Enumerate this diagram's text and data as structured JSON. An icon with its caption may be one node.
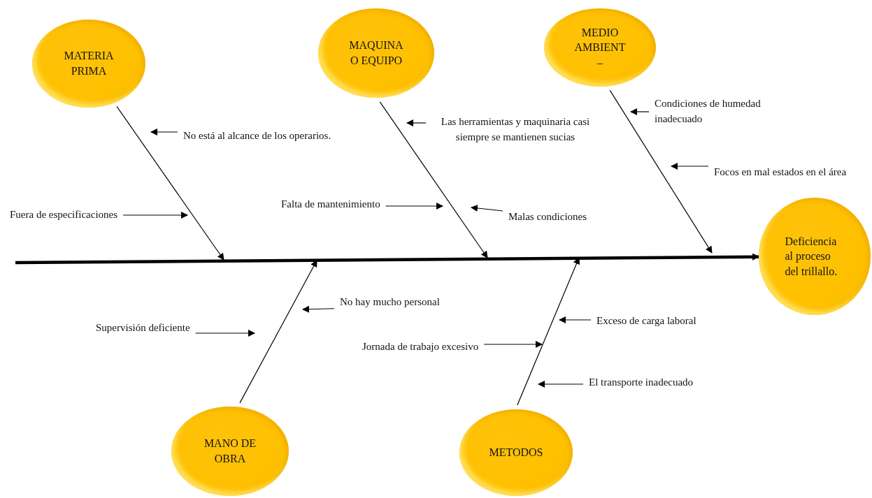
{
  "diagram": {
    "nodes": [
      {
        "text": [
          "MATERIA PRIMA"
        ]
      },
      {
        "text": [
          "MAQUINA O EQUIPO"
        ]
      },
      {
        "text": [
          "MEDIO AMBIENT –"
        ]
      },
      {
        "text": [
          "Deficiencia al proceso del trillallo."
        ]
      },
      {
        "text": [
          "MANO DE OBRA"
        ]
      },
      {
        "text": [
          "METODOS"
        ]
      },
      {
        "text": [
          "No está al alcance de los operarios."
        ]
      },
      {
        "text": [
          "Fuera de especificaciones"
        ]
      },
      {
        "text": [
          "Las herramientas y maquinaria casi siempre se mantienen sucias"
        ]
      },
      {
        "text": [
          "Falta de mantenimiento"
        ]
      },
      {
        "text": [
          "Malas condiciones"
        ]
      },
      {
        "text": [
          "Condiciones de humedad inadecuado"
        ]
      },
      {
        "text": [
          "Focos en mal estados en el área"
        ]
      },
      {
        "text": [
          "No hay mucho personal"
        ]
      },
      {
        "text": [
          "Supervisión deficiente"
        ]
      },
      {
        "text": [
          "Exceso de carga laboral"
        ]
      },
      {
        "text": [
          "Jornada de trabajo excesivo"
        ]
      },
      {
        "text": [
          "El transporte inadecuado"
        ]
      }
    ],
    "edges": [
      {
        "from": 0,
        "to": null,
        "arrow": "to"
      },
      {
        "from": 1,
        "to": null,
        "arrow": "to"
      },
      {
        "from": 2,
        "to": null,
        "arrow": "to"
      },
      {
        "from": 4,
        "to": null,
        "arrow": "to"
      },
      {
        "from": 5,
        "to": null,
        "arrow": "to"
      },
      {
        "from": null,
        "to": 3,
        "arrow": "to",
        "style": "thick"
      },
      {
        "from": 6,
        "to": null,
        "arrow": "to"
      },
      {
        "from": 7,
        "to": null,
        "arrow": "to"
      },
      {
        "from": 8,
        "to": null,
        "arrow": "to"
      },
      {
        "from": 9,
        "to": null,
        "arrow": "to"
      },
      {
        "from": 10,
        "to": null,
        "arrow": "to"
      },
      {
        "from": 11,
        "to": null,
        "arrow": "to"
      },
      {
        "from": 12,
        "to": null,
        "arrow": "to"
      },
      {
        "from": 13,
        "to": null,
        "arrow": "to"
      },
      {
        "from": 14,
        "to": null,
        "arrow": "to"
      },
      {
        "from": 15,
        "to": null,
        "arrow": "to"
      },
      {
        "from": 16,
        "to": null,
        "arrow": "to"
      },
      {
        "from": 17,
        "to": null,
        "arrow": "to"
      }
    ]
  }
}
